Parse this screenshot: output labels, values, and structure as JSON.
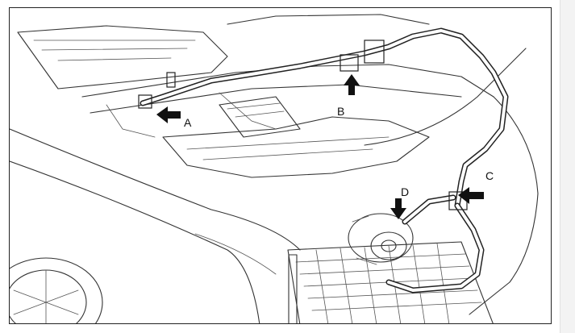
{
  "callouts": {
    "a": "A",
    "b": "B",
    "c": "C",
    "d": "D"
  },
  "colors": {
    "line": "#333333",
    "hose": "#222222",
    "background": "#ffffff"
  }
}
